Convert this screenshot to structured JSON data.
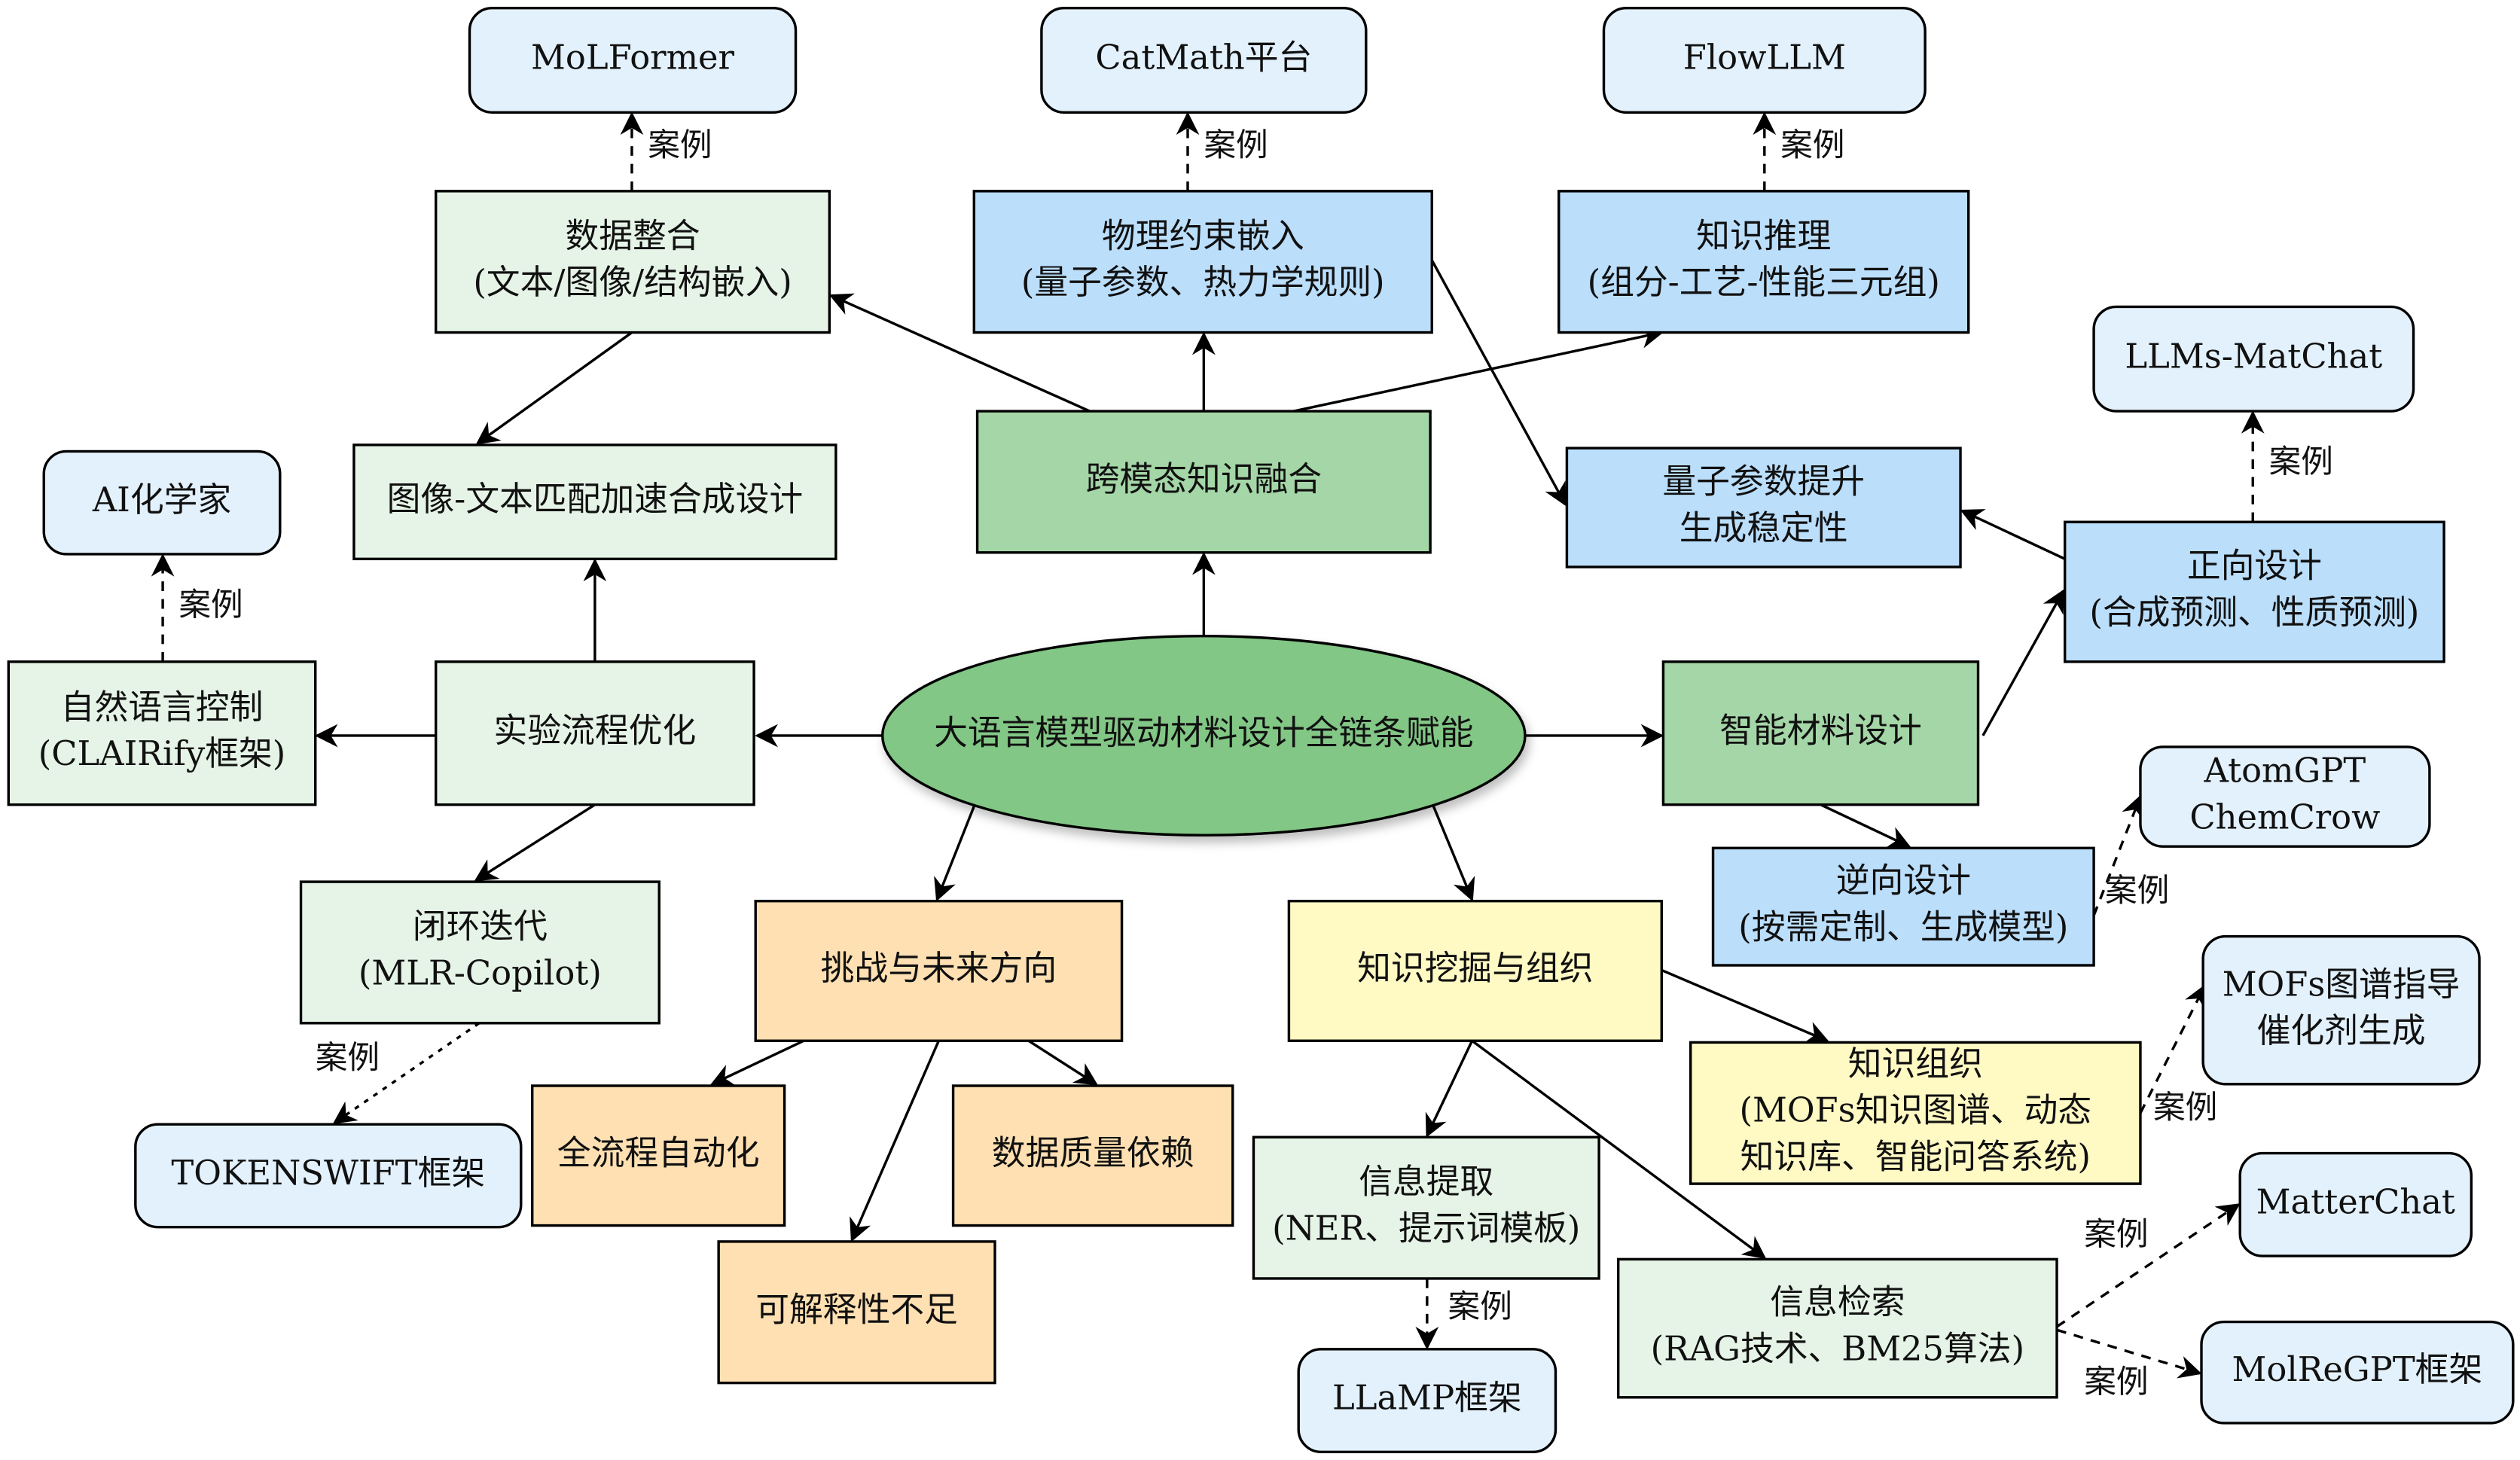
{
  "colors": {
    "root": "#82c785",
    "level1_green": "#a5d6a7",
    "light_green": "#e6f4e7",
    "blue": "#bbdefb",
    "light_blue": "#e3f1fc",
    "orange": "#ffe0b2",
    "yellow": "#fff9c4"
  },
  "edge_label": "案例",
  "nodes": {
    "root": {
      "lines": [
        "大语言模型驱动材料设计全链条赋能"
      ],
      "style": "root"
    },
    "fusion": {
      "lines": [
        "跨模态知识融合"
      ],
      "style": "level1_green"
    },
    "experiment": {
      "lines": [
        "实验流程优化"
      ],
      "style": "light_green"
    },
    "smart_design": {
      "lines": [
        "智能材料设计"
      ],
      "style": "level1_green"
    },
    "challenges": {
      "lines": [
        "挑战与未来方向"
      ],
      "style": "orange"
    },
    "knowledge_mining": {
      "lines": [
        "知识挖掘与组织"
      ],
      "style": "yellow"
    },
    "data_integration": {
      "lines": [
        "数据整合",
        "(文本/图像/结构嵌入)"
      ],
      "style": "light_green"
    },
    "physics_embed": {
      "lines": [
        "物理约束嵌入",
        "(量子参数、热力学规则)"
      ],
      "style": "blue"
    },
    "knowledge_reasoning": {
      "lines": [
        "知识推理",
        "(组分-工艺-性能三元组)"
      ],
      "style": "blue"
    },
    "image_text": {
      "lines": [
        "图像-文本匹配加速合成设计"
      ],
      "style": "light_green"
    },
    "quantum_stability": {
      "lines": [
        "量子参数提升",
        "生成稳定性"
      ],
      "style": "blue"
    },
    "forward_design": {
      "lines": [
        "正向设计",
        "(合成预测、性质预测)"
      ],
      "style": "blue"
    },
    "inverse_design": {
      "lines": [
        "逆向设计",
        "(按需定制、生成模型)"
      ],
      "style": "blue"
    },
    "nl_control": {
      "lines": [
        "自然语言控制",
        "(CLAIRify框架)"
      ],
      "style": "light_green"
    },
    "closed_loop": {
      "lines": [
        "闭环迭代",
        "(MLR-Copilot)"
      ],
      "style": "light_green"
    },
    "full_automation": {
      "lines": [
        "全流程自动化"
      ],
      "style": "orange"
    },
    "data_quality": {
      "lines": [
        "数据质量依赖"
      ],
      "style": "orange"
    },
    "interpretability": {
      "lines": [
        "可解释性不足"
      ],
      "style": "orange"
    },
    "knowledge_org": {
      "lines": [
        "知识组织",
        "(MOFs知识图谱、动态",
        "知识库、智能问答系统)"
      ],
      "style": "yellow"
    },
    "info_extraction": {
      "lines": [
        "信息提取",
        "(NER、提示词模板)"
      ],
      "style": "light_green"
    },
    "info_retrieval": {
      "lines": [
        "信息检索",
        "(RAG技术、BM25算法)"
      ],
      "style": "light_green"
    },
    "molformer": {
      "lines": [
        "MoLFormer"
      ],
      "style": "light_blue"
    },
    "catmath": {
      "lines": [
        "CatMath平台"
      ],
      "style": "light_blue"
    },
    "flowllm": {
      "lines": [
        "FlowLLM"
      ],
      "style": "light_blue"
    },
    "llms_matchat": {
      "lines": [
        "LLMs-MatChat"
      ],
      "style": "light_blue"
    },
    "ai_chemist": {
      "lines": [
        "AI化学家"
      ],
      "style": "light_blue"
    },
    "atomgpt": {
      "lines": [
        "AtomGPT",
        "ChemCrow"
      ],
      "style": "light_blue"
    },
    "mofs_catalyst": {
      "lines": [
        "MOFs图谱指导",
        "催化剂生成"
      ],
      "style": "light_blue"
    },
    "tokenswift": {
      "lines": [
        "TOKENSWIFT框架"
      ],
      "style": "light_blue"
    },
    "matterchat": {
      "lines": [
        "MatterChat"
      ],
      "style": "light_blue"
    },
    "llamp": {
      "lines": [
        "LLaMP框架"
      ],
      "style": "light_blue"
    },
    "molregpt": {
      "lines": [
        "MolReGPT框架"
      ],
      "style": "light_blue"
    }
  },
  "edges": [
    {
      "from": "root",
      "to": "fusion",
      "type": "solid"
    },
    {
      "from": "root",
      "to": "experiment",
      "type": "solid"
    },
    {
      "from": "root",
      "to": "smart_design",
      "type": "solid"
    },
    {
      "from": "root",
      "to": "challenges",
      "type": "solid"
    },
    {
      "from": "root",
      "to": "knowledge_mining",
      "type": "solid"
    },
    {
      "from": "fusion",
      "to": "data_integration",
      "type": "solid"
    },
    {
      "from": "fusion",
      "to": "physics_embed",
      "type": "solid"
    },
    {
      "from": "fusion",
      "to": "knowledge_reasoning",
      "type": "solid"
    },
    {
      "from": "data_integration",
      "to": "image_text",
      "type": "solid"
    },
    {
      "from": "physics_embed",
      "to": "quantum_stability",
      "type": "solid"
    },
    {
      "from": "experiment",
      "to": "image_text",
      "type": "solid"
    },
    {
      "from": "experiment",
      "to": "nl_control",
      "type": "solid"
    },
    {
      "from": "experiment",
      "to": "closed_loop",
      "type": "solid"
    },
    {
      "from": "smart_design",
      "to": "forward_design",
      "type": "solid"
    },
    {
      "from": "smart_design",
      "to": "inverse_design",
      "type": "solid"
    },
    {
      "from": "forward_design",
      "to": "quantum_stability",
      "type": "solid"
    },
    {
      "from": "challenges",
      "to": "full_automation",
      "type": "solid"
    },
    {
      "from": "challenges",
      "to": "interpretability",
      "type": "solid"
    },
    {
      "from": "challenges",
      "to": "data_quality",
      "type": "solid"
    },
    {
      "from": "knowledge_mining",
      "to": "knowledge_org",
      "type": "solid"
    },
    {
      "from": "knowledge_mining",
      "to": "info_extraction",
      "type": "solid"
    },
    {
      "from": "knowledge_mining",
      "to": "info_retrieval",
      "type": "solid"
    },
    {
      "from": "data_integration",
      "to": "molformer",
      "type": "dashed",
      "label": true
    },
    {
      "from": "physics_embed",
      "to": "catmath",
      "type": "dashed",
      "label": true
    },
    {
      "from": "knowledge_reasoning",
      "to": "flowllm",
      "type": "dashed",
      "label": true
    },
    {
      "from": "forward_design",
      "to": "llms_matchat",
      "type": "dashed",
      "label": true
    },
    {
      "from": "nl_control",
      "to": "ai_chemist",
      "type": "dashed",
      "label": true
    },
    {
      "from": "inverse_design",
      "to": "atomgpt",
      "type": "dashed",
      "label": true
    },
    {
      "from": "knowledge_org",
      "to": "mofs_catalyst",
      "type": "dashed",
      "label": true
    },
    {
      "from": "closed_loop",
      "to": "tokenswift",
      "type": "dotted",
      "label": true
    },
    {
      "from": "info_extraction",
      "to": "llamp",
      "type": "dashed",
      "label": true
    },
    {
      "from": "info_retrieval",
      "to": "matterchat",
      "type": "dashed",
      "label": true
    },
    {
      "from": "info_retrieval",
      "to": "molregpt",
      "type": "dashed",
      "label": true
    }
  ]
}
